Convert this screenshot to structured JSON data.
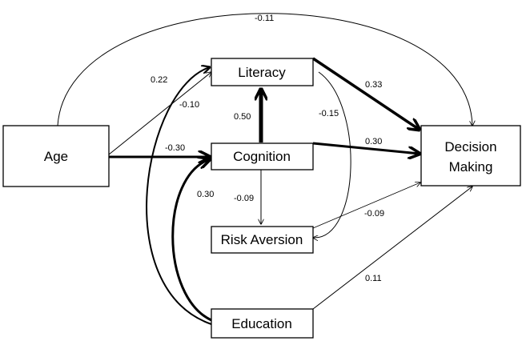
{
  "nodes": {
    "age": "Age",
    "literacy": "Literacy",
    "cognition": "Cognition",
    "risk_aversion": "Risk Aversion",
    "education": "Education",
    "decision_making_line1": "Decision",
    "decision_making_line2": "Making"
  },
  "paths": [
    {
      "from": "Age",
      "to": "Decision Making",
      "coefficient": "-0.11",
      "weight": "thin"
    },
    {
      "from": "Age",
      "to": "Literacy",
      "coefficient": "-0.10",
      "weight": "thin"
    },
    {
      "from": "Age",
      "to": "Cognition",
      "coefficient": "-0.30",
      "weight": "thick"
    },
    {
      "from": "Education",
      "to": "Literacy",
      "coefficient": "0.22",
      "weight": "medium"
    },
    {
      "from": "Education",
      "to": "Cognition",
      "coefficient": "0.30",
      "weight": "thick"
    },
    {
      "from": "Cognition",
      "to": "Literacy",
      "coefficient": "0.50",
      "weight": "very-thick"
    },
    {
      "from": "Literacy",
      "to": "Decision Making",
      "coefficient": "0.33",
      "weight": "thick"
    },
    {
      "from": "Cognition",
      "to": "Decision Making",
      "coefficient": "0.30",
      "weight": "thick"
    },
    {
      "from": "Literacy",
      "to": "Risk Aversion",
      "coefficient": "-0.15",
      "weight": "thin"
    },
    {
      "from": "Cognition",
      "to": "Risk Aversion",
      "coefficient": "-0.09",
      "weight": "thin"
    },
    {
      "from": "Risk Aversion",
      "to": "Decision Making",
      "coefficient": "-0.09",
      "weight": "thin"
    },
    {
      "from": "Education",
      "to": "Decision Making",
      "coefficient": "0.11",
      "weight": "thin"
    }
  ]
}
